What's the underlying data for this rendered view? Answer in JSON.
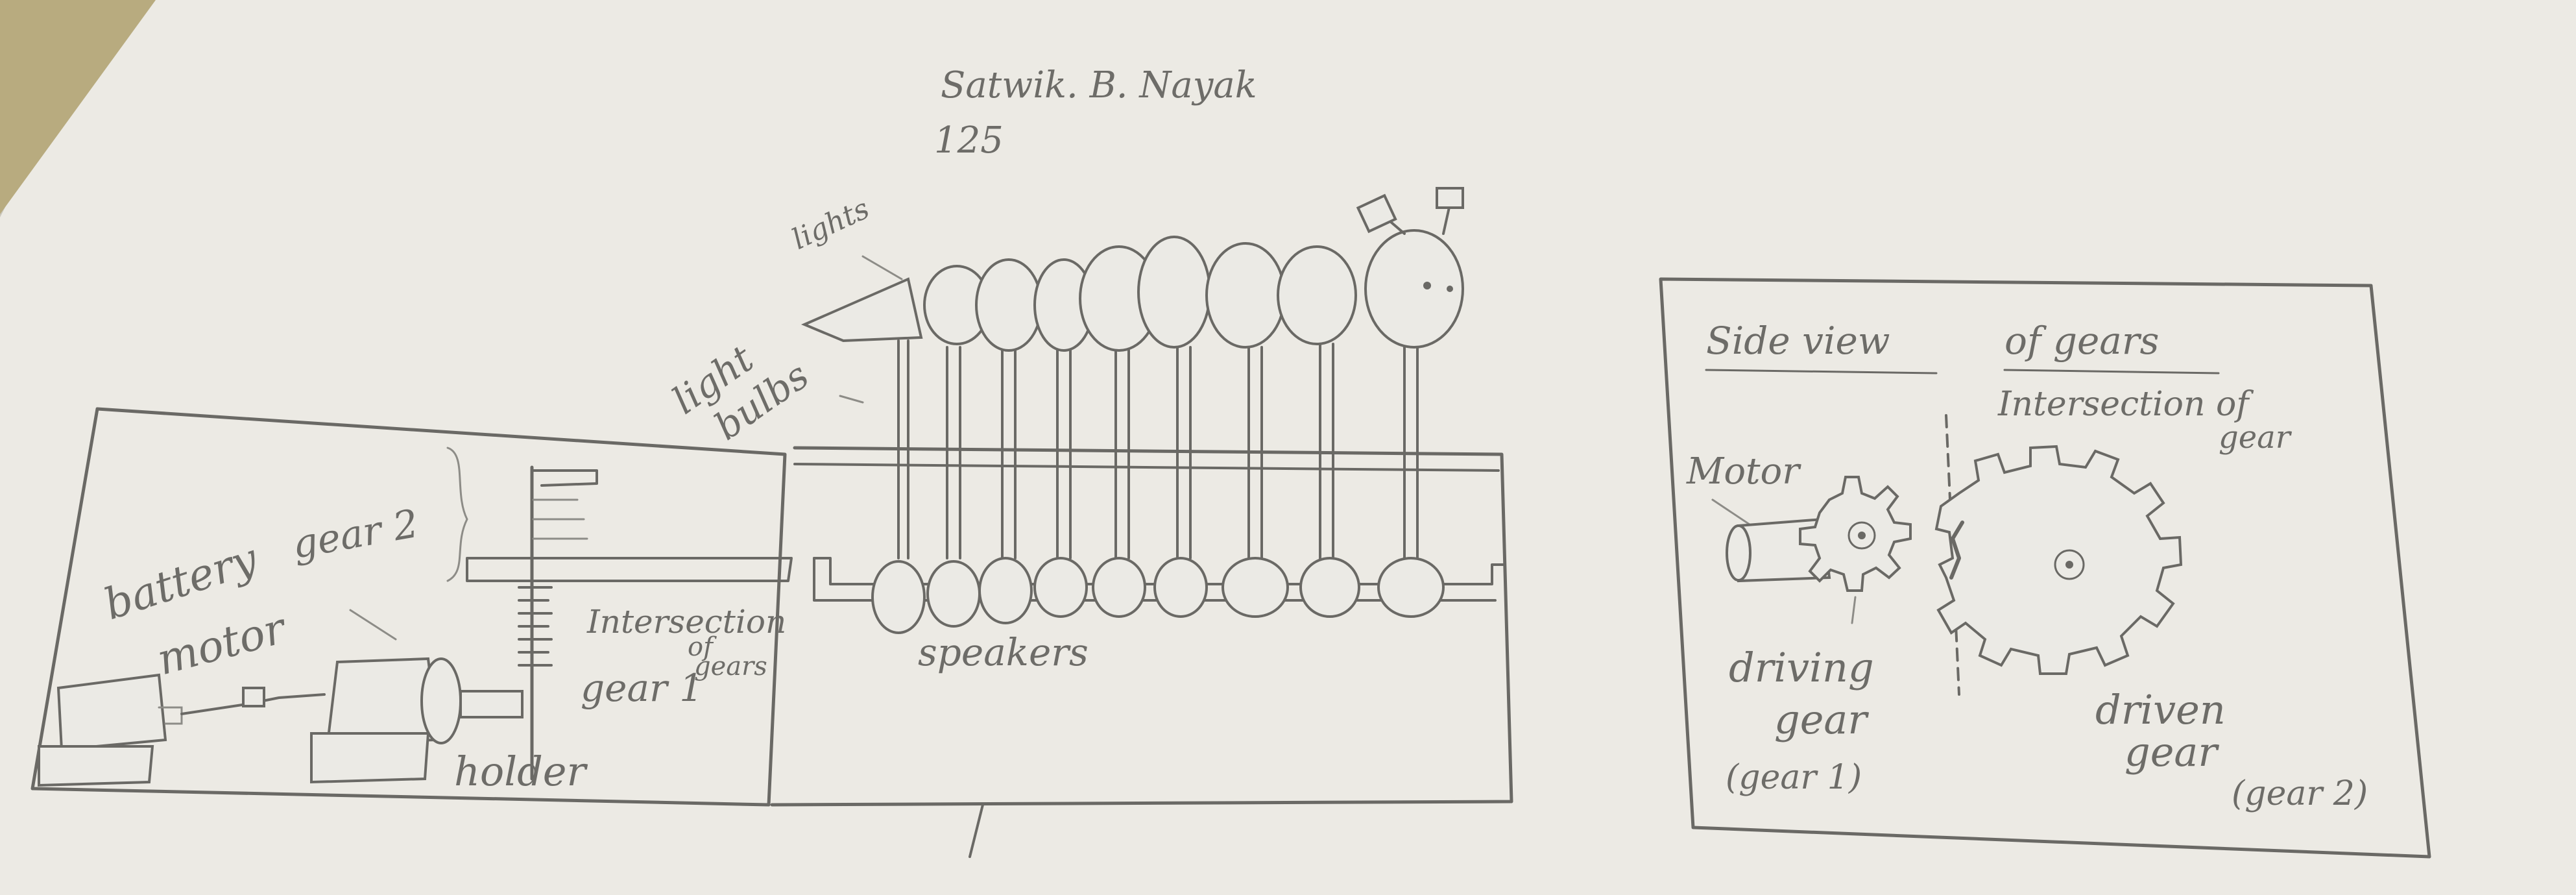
{
  "header": {
    "name": "Satwik. B. Nayak",
    "number": "125"
  },
  "left_diagram": {
    "battery_label": "battery",
    "gear2_label": "gear 2",
    "motor_label": "motor",
    "holder_label": "holder",
    "intersection_label_1": "Intersection",
    "intersection_label_2": "of",
    "intersection_label_3": "gears",
    "gear1_label": "gear 1",
    "light_bulbs_label_1": "light",
    "light_bulbs_label_2": "bulbs",
    "lights_faint_label": "lights",
    "speakers_label": "speakers"
  },
  "side_view": {
    "title_1": "Side view",
    "title_2": "of gears",
    "intersection_label_1": "Intersection of",
    "intersection_label_2": "gear",
    "motor_label": "Motor",
    "driving_gear_label_1": "driving",
    "driving_gear_label_2": "gear",
    "driving_gear_label_3": "(gear 1)",
    "driven_gear_label_1": "driven",
    "driven_gear_label_2": "gear",
    "driven_gear_label_3": "(gear 2)"
  }
}
